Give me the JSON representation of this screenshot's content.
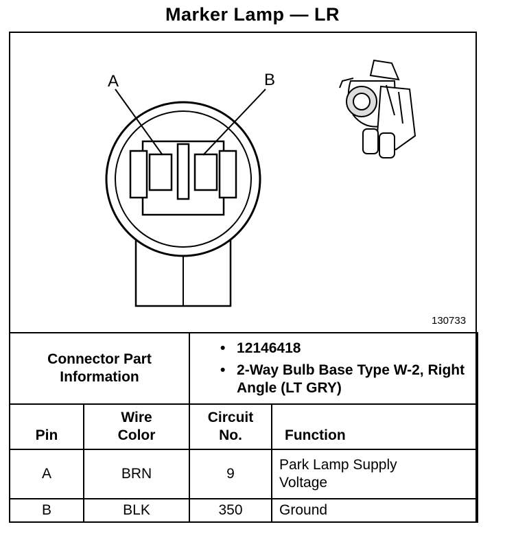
{
  "title": "Marker Lamp — LR",
  "figure": {
    "pin_labels": [
      "A",
      "B"
    ],
    "figure_number": "130733"
  },
  "connector_info": {
    "label": "Connector Part Information",
    "details": [
      "12146418",
      "2-Way Bulb Base Type W-2, Right Angle (LT GRY)"
    ]
  },
  "table": {
    "headers": {
      "pin": "Pin",
      "wire_color": "Wire Color",
      "circuit": "Circuit No.",
      "function": "Function"
    },
    "rows": [
      {
        "pin": "A",
        "wire_color": "BRN",
        "circuit": "9",
        "function": "Park Lamp Supply Voltage"
      },
      {
        "pin": "B",
        "wire_color": "BLK",
        "circuit": "350",
        "function": "Ground"
      }
    ]
  }
}
